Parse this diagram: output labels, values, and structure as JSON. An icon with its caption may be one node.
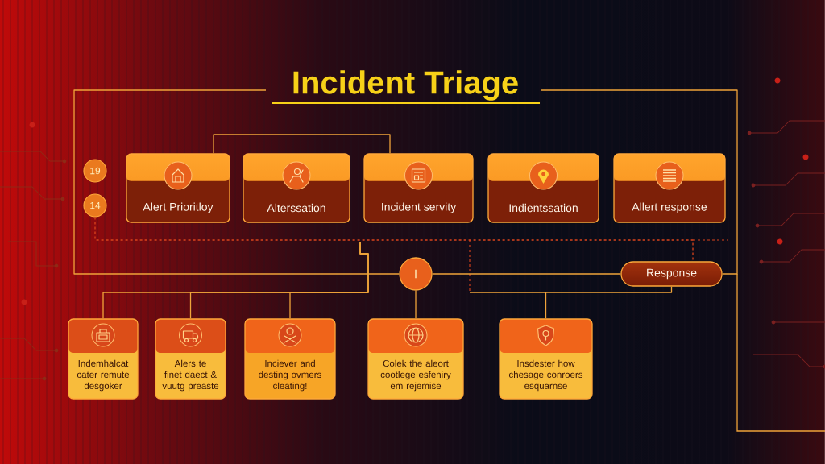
{
  "diagram": {
    "title": "Incident Triage",
    "nodes": [
      {
        "text": [
          "19"
        ]
      },
      {
        "text": [
          "14"
        ]
      },
      {
        "text": [
          "Alert Prioritloy"
        ]
      },
      {
        "text": [
          "Alterssation"
        ]
      },
      {
        "text": [
          "Incident servity"
        ]
      },
      {
        "text": [
          "Indientssation"
        ]
      },
      {
        "text": [
          "Allert response"
        ]
      },
      {
        "text": [
          "I"
        ]
      },
      {
        "text": [
          "Response"
        ]
      },
      {
        "text": [
          "Indemhalcat cater remute desgoker"
        ]
      },
      {
        "text": [
          "Alers te finet daect & vuutg preaste"
        ]
      },
      {
        "text": [
          "Inciever and desting ovmers cleating!"
        ]
      },
      {
        "text": [
          "Colek the aleort cootlege esfeniry em rejemise"
        ]
      },
      {
        "text": [
          "Insdester how chesage conroers esquarnse"
        ]
      }
    ],
    "edges": [
      {
        "from": 2,
        "to": 4,
        "arrow": "none"
      },
      {
        "from": 1,
        "to": 8,
        "arrow": "none",
        "style": "dashed",
        "color": "#d9441c"
      },
      {
        "from": null,
        "to": 9,
        "arrow": "none"
      },
      {
        "from": null,
        "to": 10,
        "arrow": "none"
      },
      {
        "from": null,
        "to": 11,
        "arrow": "none"
      },
      {
        "from": 7,
        "to": 12,
        "arrow": "none"
      },
      {
        "from": 7,
        "to": 8,
        "arrow": "none"
      },
      {
        "from": 8,
        "to": 13,
        "arrow": "none"
      },
      {
        "from": null,
        "to": 7,
        "arrow": "none"
      },
      {
        "from": 8,
        "to": null,
        "arrow": "none"
      }
    ]
  }
}
